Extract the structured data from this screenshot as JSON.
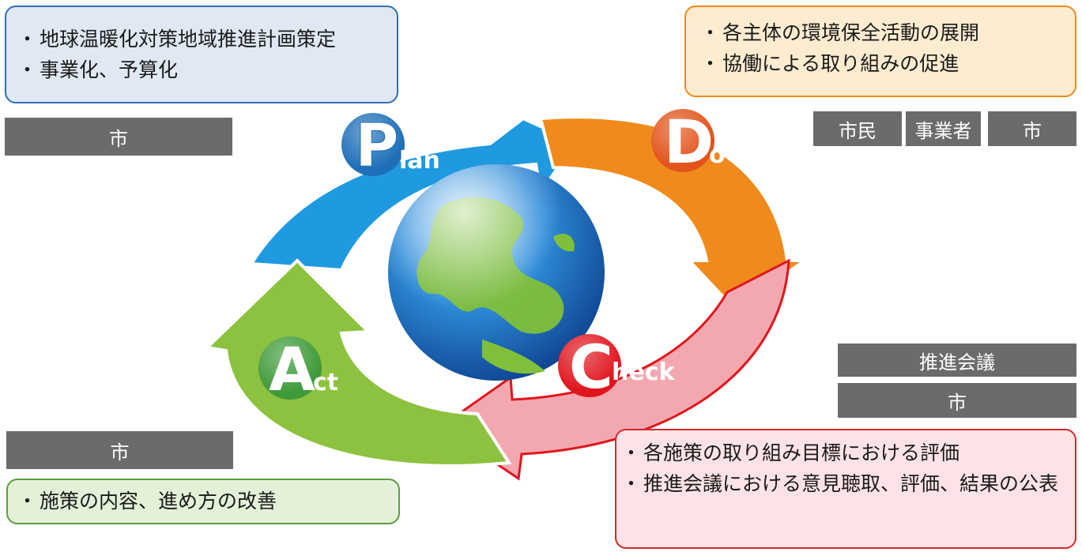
{
  "plan": {
    "items": [
      "地球温暖化対策地域推進計画策定",
      "事業化、予算化"
    ],
    "actor": "市",
    "badge_letter": "P",
    "badge_rest": "lan"
  },
  "do": {
    "items": [
      "各主体の環境保全活動の展開",
      "協働による取り組みの促進"
    ],
    "actors": [
      "市民",
      "事業者",
      "市"
    ],
    "badge_letter": "D",
    "badge_rest": "o"
  },
  "check": {
    "items": [
      "各施策の取り組み目標における評価",
      "推進会議における意見聴取、評価、結果の公表"
    ],
    "actors": [
      "推進会議",
      "市"
    ],
    "badge_letter": "C",
    "badge_rest": "heck"
  },
  "act": {
    "items": [
      "施策の内容、進め方の改善"
    ],
    "actor": "市",
    "badge_letter": "A",
    "badge_rest": "ct"
  },
  "colors": {
    "plan": "#1f9ae0",
    "do": "#f08a1c",
    "check": "#f3a8b0",
    "act": "#8cc23f",
    "badge_plan": "#1f6fb8",
    "badge_do": "#e2541b",
    "badge_check": "#e0161e",
    "badge_act": "#3f9a3a",
    "tag": "#6b6b6b"
  },
  "icons": [
    "globe-icon"
  ]
}
